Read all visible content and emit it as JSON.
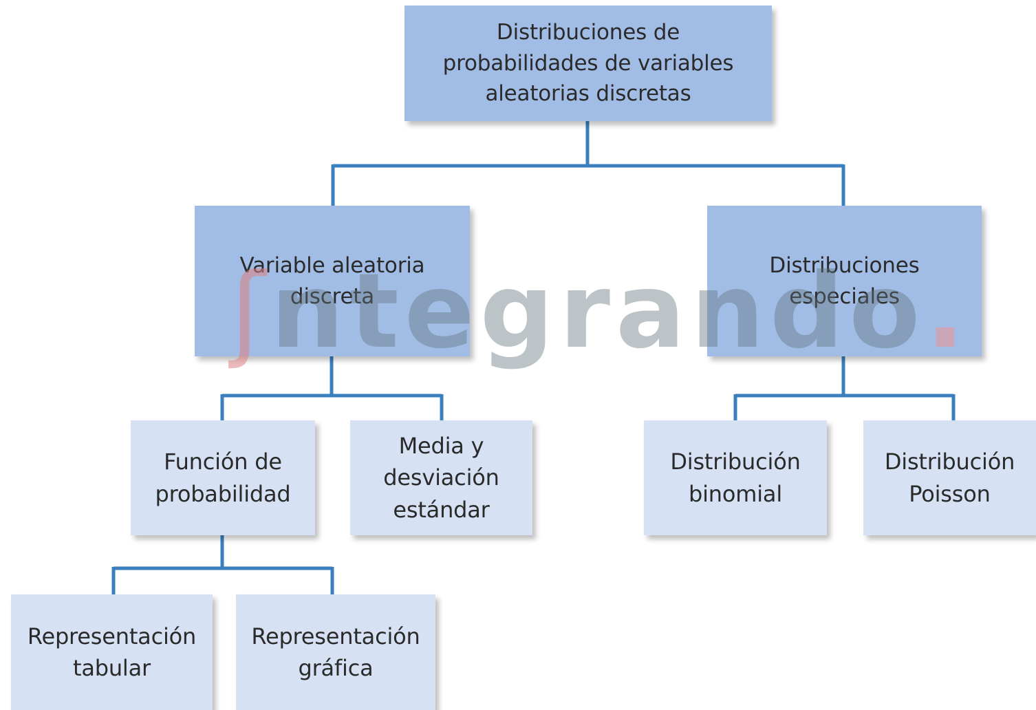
{
  "diagram": {
    "root": "Distribuciones de\nprobabilidades de variables\naleatorias discretas",
    "variable": "Variable aleatoria\ndiscreta",
    "especiales": "Distribuciones\nespeciales",
    "funcion": "Función de\nprobabilidad",
    "media": "Media y\ndesviación\nestándar",
    "binomial": "Distribución\nbinomial",
    "poisson": "Distribución\nPoisson",
    "tabular": "Representación\ntabular",
    "grafica": "Representación\ngráfica"
  },
  "watermark": {
    "hook": "ʃ",
    "text": "ntegrando",
    "dot": "."
  },
  "colors": {
    "dark_box": "#a2bde5",
    "light_box": "#d6e1f3",
    "connector": "#3a80be"
  }
}
